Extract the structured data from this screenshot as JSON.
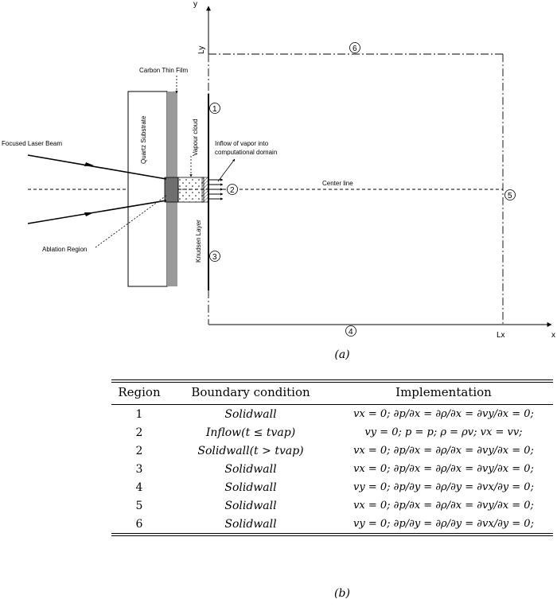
{
  "diagram": {
    "axis_y": "y",
    "axis_x": "x",
    "label_ly": "Ly",
    "label_lx": "Lx",
    "carbon_film": "Carbon Thin Film",
    "quartz": "Quartz Substrate",
    "laser": "Focused Laser Beam",
    "vapour_cloud": "Vapour cloud",
    "inflow_line1": "Inflow of vapor into",
    "inflow_line2": "computational domain",
    "center_line": "Center line",
    "knudsen": "Knudsen Layer",
    "ablation": "Ablation Region",
    "regions": [
      "1",
      "2",
      "3",
      "4",
      "5",
      "6"
    ]
  },
  "caption_a": "(a)",
  "caption_b": "(b)",
  "table": {
    "headers": [
      "Region",
      "Boundary condition",
      "Implementation"
    ],
    "rows": [
      {
        "region": "1",
        "condition": "Solidwall",
        "implementation": "vx = 0; ∂p/∂x = ∂ρ/∂x = ∂vy/∂x = 0;"
      },
      {
        "region": "2",
        "condition": "Inflow(t ≤ tvap)",
        "implementation": "vy = 0; p = p; ρ = ρv; vx = vv;"
      },
      {
        "region": "2",
        "condition": "Solidwall(t > tvap)",
        "implementation": "vx = 0; ∂p/∂x = ∂ρ/∂x = ∂vy/∂x = 0;"
      },
      {
        "region": "3",
        "condition": "Solidwall",
        "implementation": "vx = 0; ∂p/∂x = ∂ρ/∂x = ∂vy/∂x = 0;"
      },
      {
        "region": "4",
        "condition": "Solidwall",
        "implementation": "vy = 0; ∂p/∂y = ∂ρ/∂y = ∂vx/∂y = 0;"
      },
      {
        "region": "5",
        "condition": "Solidwall",
        "implementation": "vx = 0; ∂p/∂x = ∂ρ/∂x = ∂vy/∂x = 0;"
      },
      {
        "region": "6",
        "condition": "Solidwall",
        "implementation": "vy = 0; ∂p/∂y = ∂ρ/∂y = ∂vx/∂y = 0;"
      }
    ]
  }
}
